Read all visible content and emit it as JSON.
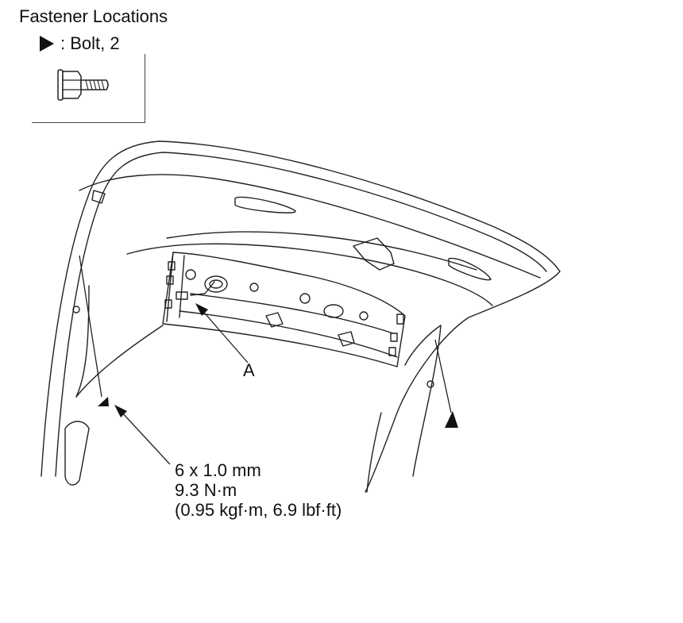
{
  "title": "Fastener Locations",
  "legend": {
    "symbol": "filled-right-triangle",
    "text": ": Bolt, 2"
  },
  "label_a": "A",
  "spec": {
    "line1": "6 x 1.0 mm",
    "line2": "9.3 N·m",
    "line3": "(0.95 kgf·m, 6.9 lbf·ft)"
  }
}
